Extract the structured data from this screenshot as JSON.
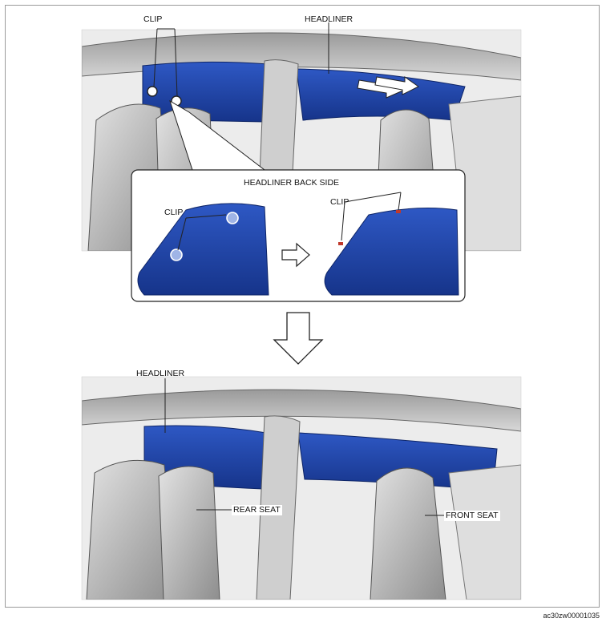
{
  "labels": {
    "top_clip": "CLIP",
    "top_headliner": "HEADLINER",
    "inset_title": "HEADLINER BACK SIDE",
    "inset_clip_left": "CLIP",
    "inset_clip_right": "CLIP",
    "bottom_headliner": "HEADLINER",
    "rear_seat": "REAR SEAT",
    "front_seat": "FRONT SEAT"
  },
  "document_id": "ac30zw00001035",
  "colors": {
    "headliner_blue": "#1f44a8",
    "body_gray": "#d9d9d9",
    "seat_gray": "#b8b8b8",
    "line": "#222222"
  },
  "icons": {
    "step_arrow_inset": "right-arrow-icon",
    "step_arrow_main": "down-arrow-icon",
    "removal_arrows": "double-right-arrow-icon"
  }
}
